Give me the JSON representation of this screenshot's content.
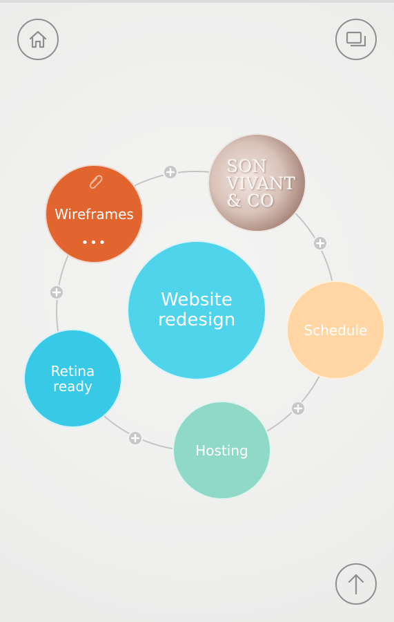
{
  "app": {
    "colors": {
      "background": "#f0f0ef",
      "outline_gray": "#8e8e8e",
      "orbit_line": "#c4c4c4"
    }
  },
  "toolbar": {
    "home_icon": "home-icon",
    "windows_icon": "windows-icon",
    "up_icon": "arrow-up-icon"
  },
  "mindmap": {
    "center": {
      "label": "Website\nredesign",
      "color": "#4fd4ec"
    },
    "nodes": [
      {
        "label": "Wireframes",
        "color": "#e2652f",
        "icons": [
          "paperclip-icon",
          "more-dots-icon"
        ],
        "more": "•••"
      },
      {
        "label": "SON\nVIVANT\n& CO",
        "type": "image",
        "color": "#c8a99d"
      },
      {
        "label": "Schedule",
        "color": "#ffd6a4"
      },
      {
        "label": "Hosting",
        "color": "#8fd9c6"
      },
      {
        "label": "Retina\nready",
        "color": "#38c9e6"
      }
    ],
    "add_buttons": [
      "plus-icon",
      "plus-icon",
      "plus-icon",
      "plus-icon",
      "plus-icon"
    ]
  }
}
